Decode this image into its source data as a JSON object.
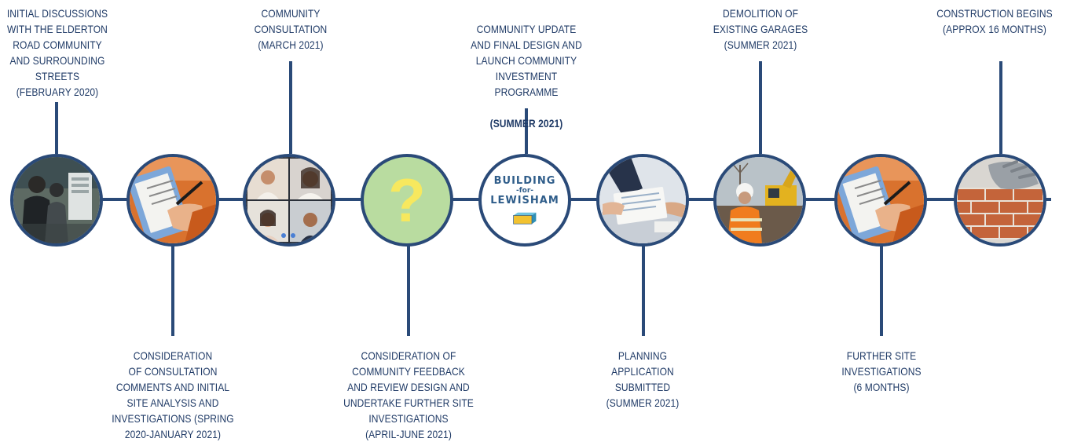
{
  "timeline": {
    "line_color": "#2a4a78",
    "text_color": "#1f3a66",
    "steps": [
      {
        "label": "INITIAL DISCUSSIONS\nWITH THE ELDERTON\nROAD COMMUNITY\nAND SURROUNDING\nSTREETS\n(FEBRUARY 2020)",
        "image": "people-at-noticeboard-photo"
      },
      {
        "label": "CONSIDERATION\nOF CONSULTATION\nCOMMENTS AND INITIAL\nSITE ANALYSIS AND\nINVESTIGATIONS (SPRING\n2020-JANUARY 2021)",
        "image": "worker-with-clipboard-photo"
      },
      {
        "label": "COMMUNITY\nCONSULTATION\n(MARCH 2021)",
        "image": "video-call-grid-photo"
      },
      {
        "label": "CONSIDERATION OF\nCOMMUNITY FEEDBACK\nAND REVIEW DESIGN AND\nUNDERTAKE FURTHER SITE\nINVESTIGATIONS\n(APRIL-JUNE 2021)",
        "image": "question-mark-icon",
        "glyph": "?"
      },
      {
        "label": "COMMUNITY UPDATE\nAND FINAL DESIGN AND\nLAUNCH COMMUNITY\nINVESTMENT\nPROGRAMME",
        "label_emphasis": "(SUMMER 2021)",
        "image": "building-for-lewisham-logo"
      },
      {
        "label": "PLANNING\nAPPLICATION\nSUBMITTED\n(SUMMER 2021)",
        "image": "document-handover-photo"
      },
      {
        "label": "DEMOLITION OF\nEXISTING GARAGES\n(SUMMER 2021)",
        "image": "demolition-site-photo"
      },
      {
        "label": "FURTHER SITE\nINVESTIGATIONS\n(6 MONTHS)",
        "image": "worker-with-clipboard-photo"
      },
      {
        "label": "CONSTRUCTION BEGINS\n(APPROX 16 MONTHS)",
        "image": "bricklaying-photo"
      }
    ]
  },
  "logo": {
    "line1": "BUILDING",
    "line2": "-for-",
    "line3": "LEWISHAM",
    "color": "#2f5d8a"
  }
}
